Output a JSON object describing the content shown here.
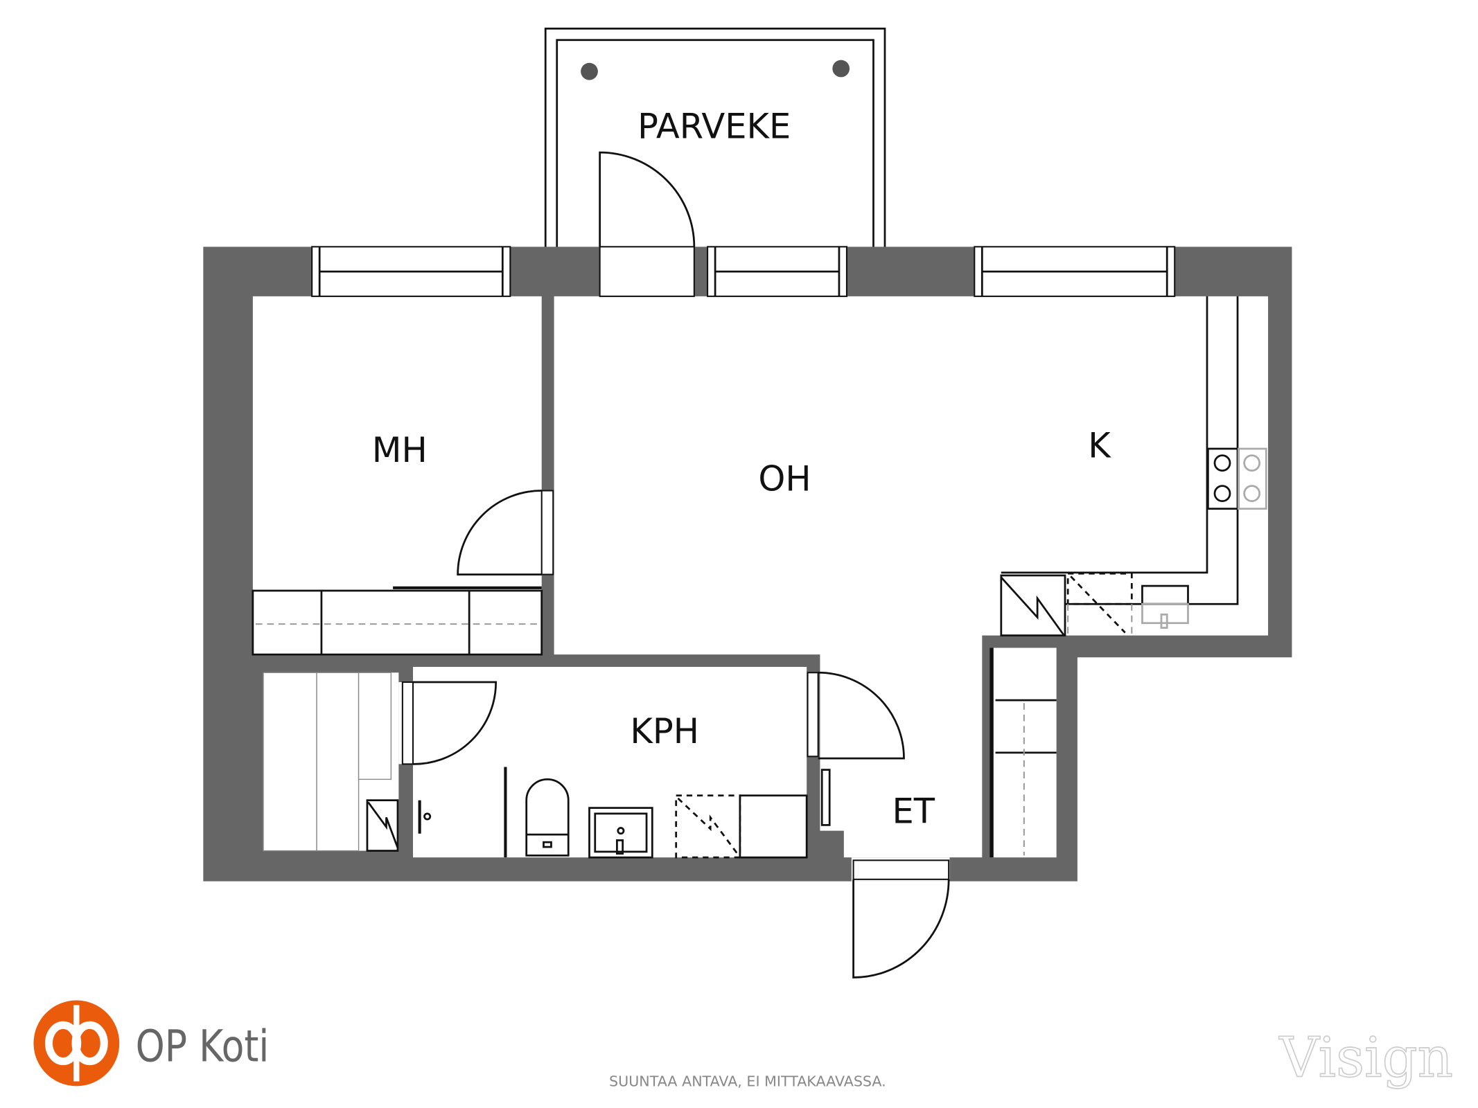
{
  "rooms": {
    "balcony": "PARVEKE",
    "bedroom": "MH",
    "living": "OH",
    "kitchen": "K",
    "bathroom": "KPH",
    "entrance": "ET"
  },
  "footer": {
    "brand": "OP Koti",
    "disclaimer": "SUUNTAA ANTAVA, EI MITTAKAAVASSA.",
    "watermark": "Visign"
  },
  "colors": {
    "wall": "#666666",
    "brand_orange": "#EA5B0C"
  }
}
